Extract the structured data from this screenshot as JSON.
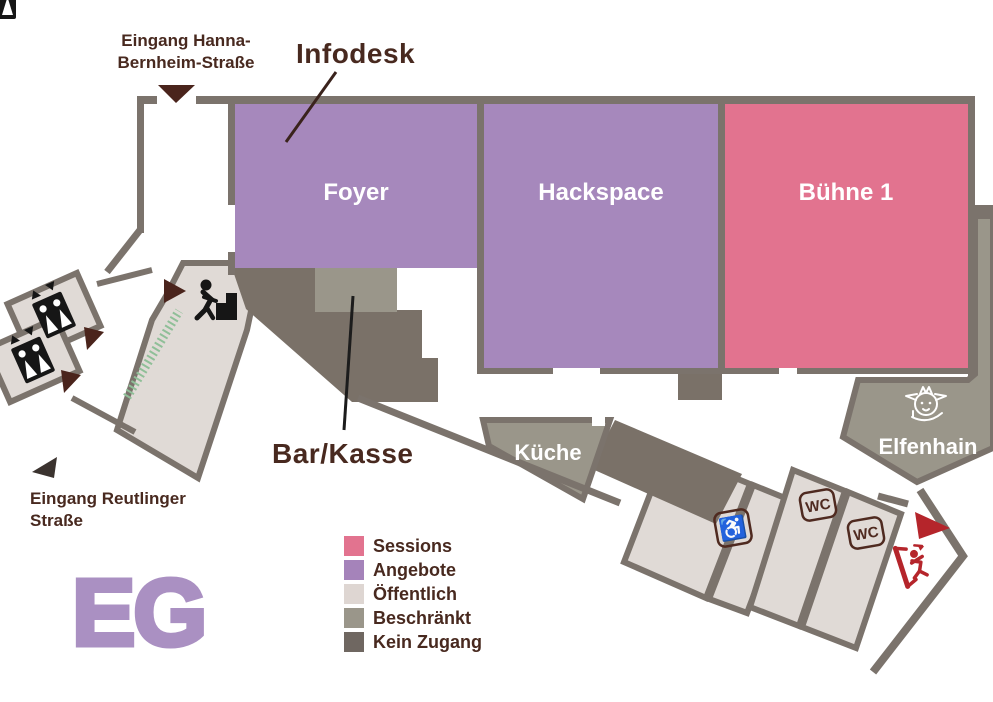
{
  "floor_label": "EG",
  "annotations": {
    "infodesk": "Infodesk",
    "bar_kasse": "Bar/Kasse"
  },
  "entrances": {
    "hanna": {
      "line1": "Eingang Hanna-",
      "line2": "Bernheim-Straße"
    },
    "reutlinger": {
      "line1": "Eingang Reutlinger",
      "line2": "Straße"
    }
  },
  "rooms": {
    "foyer": {
      "label": "Foyer",
      "category": "Angebote"
    },
    "hackspace": {
      "label": "Hackspace",
      "category": "Angebote"
    },
    "buehne1": {
      "label": "Bühne 1",
      "category": "Sessions"
    },
    "kueche": {
      "label": "Küche",
      "category": "Beschränkt"
    },
    "elfenhain": {
      "label": "Elfenhain",
      "category": "Beschränkt"
    }
  },
  "icons": {
    "wheelchair_wc": "♿",
    "wc_1": "WC",
    "wc_2": "WC"
  },
  "legend": {
    "items": [
      {
        "label": "Sessions",
        "color": "#e2738f"
      },
      {
        "label": "Angebote",
        "color": "#a583ba"
      },
      {
        "label": "Öffentlich",
        "color": "#ded6d2"
      },
      {
        "label": "Beschränkt",
        "color": "#9a968a"
      },
      {
        "label": "Kein Zugang",
        "color": "#6f6761"
      }
    ]
  },
  "colors": {
    "sessions": "#e2738f",
    "angebote": "#a688bc",
    "oeffentlich": "#e0dad6",
    "beschraenkt": "#9a968a",
    "kein_zugang": "#7a7168",
    "wall": "#7b736c",
    "text": "#48291f",
    "accent_red": "#b5252b",
    "floor_label": "#aa90c2",
    "hedge": "#8fbf98"
  }
}
